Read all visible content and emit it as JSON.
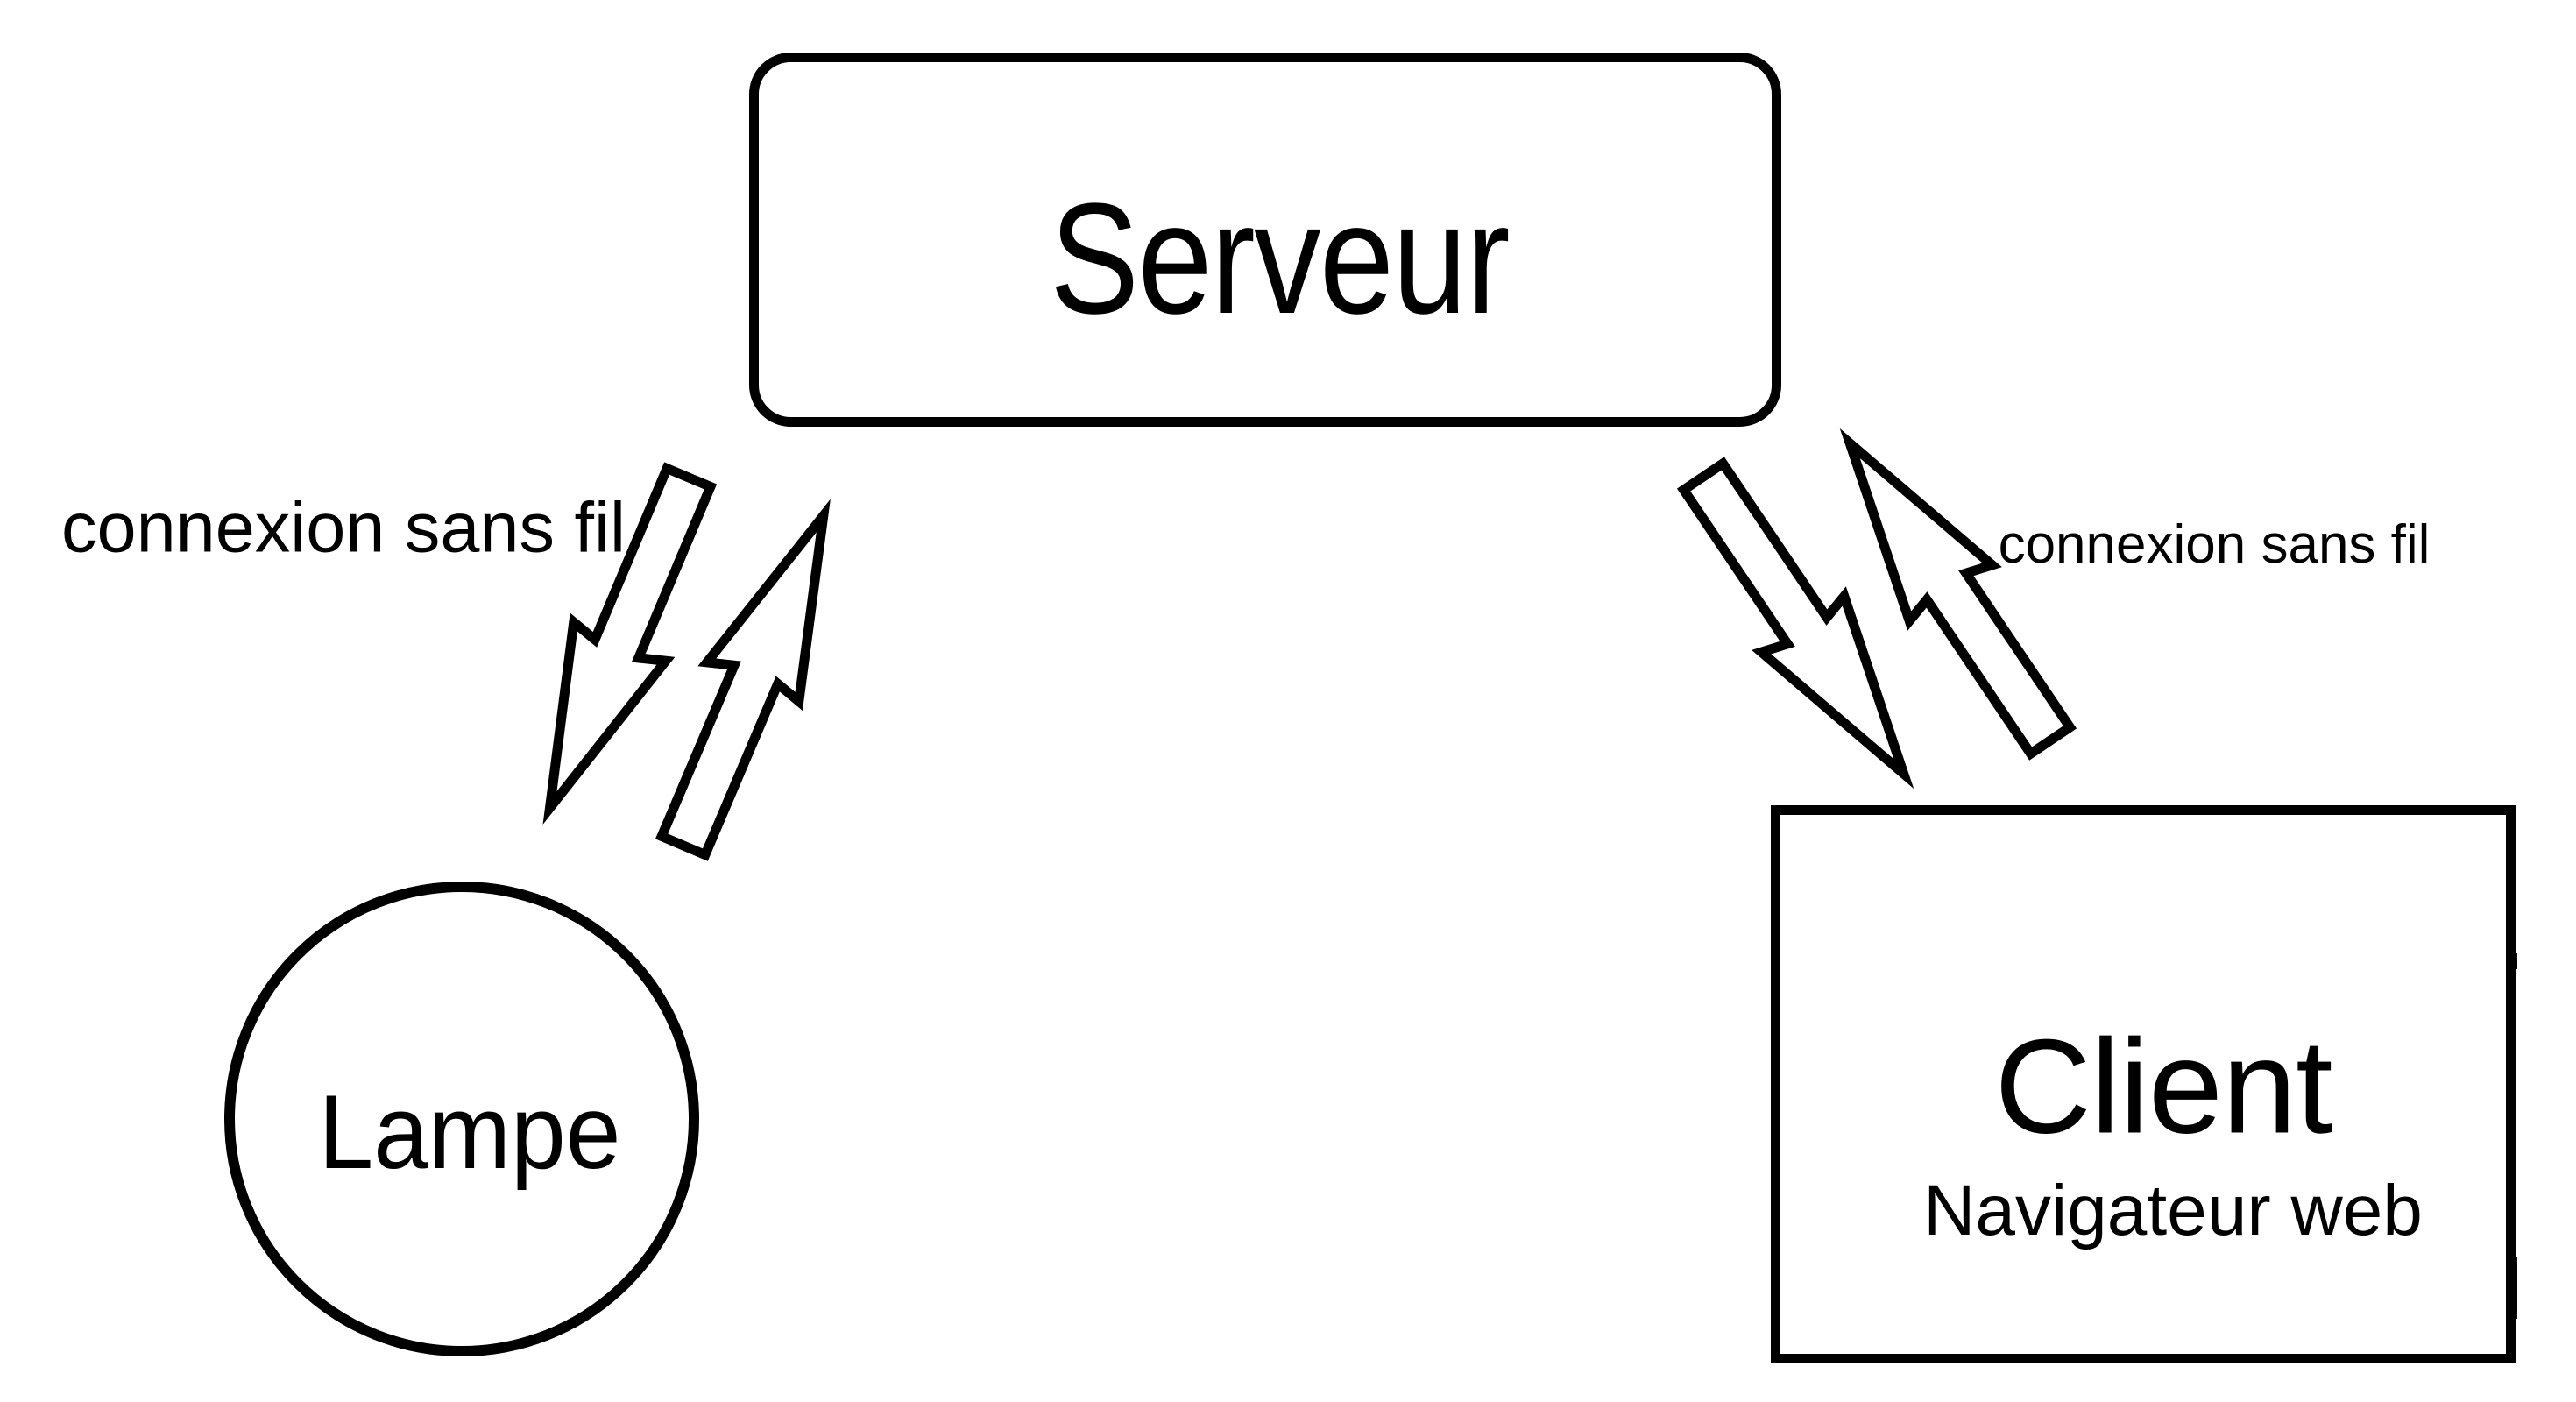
{
  "colors": {
    "background": "#ffffff",
    "ink": "#000000"
  },
  "nodes": {
    "serveur": {
      "label": "Serveur",
      "shape": "rounded-rectangle"
    },
    "lampe": {
      "label": "Lampe",
      "shape": "circle"
    },
    "client": {
      "label": "Client",
      "sublabel": "Navigateur web",
      "shape": "rectangle"
    }
  },
  "connections": {
    "serveur_lampe": {
      "label": "connexion sans fil",
      "style": "double-lightning-arrow"
    },
    "serveur_client": {
      "label": "connexion sans fil",
      "style": "double-lightning-arrow"
    }
  }
}
